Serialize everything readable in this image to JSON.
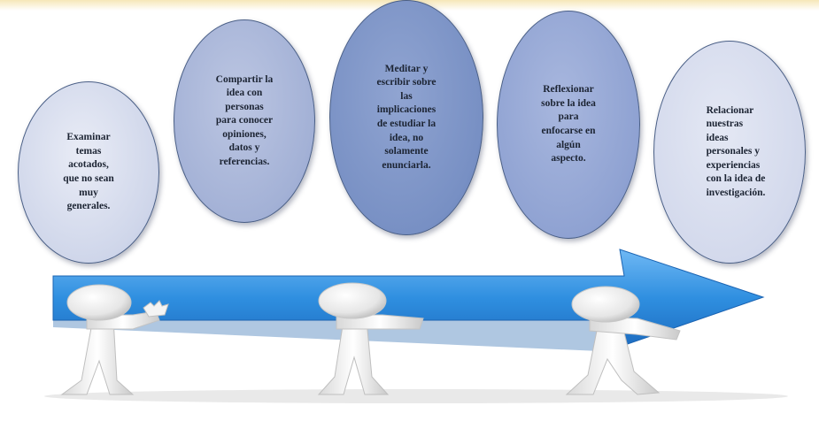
{
  "steps": [
    {
      "text": "Examinar\ntemas\nacotados,\nque no sean\nmuy\ngenerales."
    },
    {
      "text": "Compartir la\nidea con\npersonas\npara conocer\nopiniones,\ndatos y\nreferencias."
    },
    {
      "text": "Meditar y\nescribir sobre\nlas\nimplicaciones\nde estudiar la\nidea, no\nsolamente\nenunciarla."
    },
    {
      "text": "Reflexionar\nsobre la idea\npara\nenfocarse en\nalgún\naspecto."
    },
    {
      "text": "Relacionar\nnuestras\nideas\npersonales    y\nexperiencias\ncon la idea de\ninvestigación."
    }
  ],
  "colors": {
    "arrow": "#2f8fe0",
    "arrow_dark": "#1f6fc2",
    "figure": "#f2f2f2",
    "outline": "#4a5f86"
  }
}
